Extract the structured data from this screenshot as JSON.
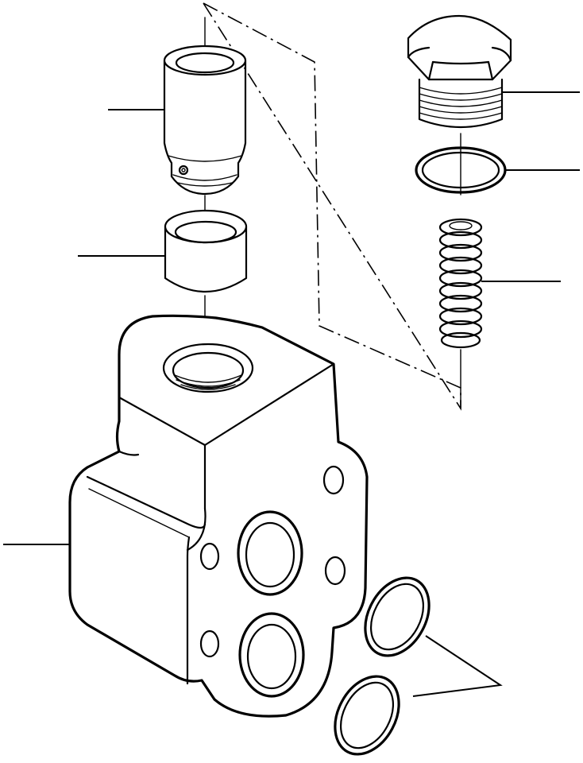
{
  "figure": {
    "background": "#ffffff",
    "line_color": "#000000"
  },
  "parts": [
    {
      "id": "valve-body",
      "icon": "valve-body"
    },
    {
      "id": "spool-sleeve",
      "icon": "cylinder-sleeve"
    },
    {
      "id": "seat-ring",
      "icon": "seat-ring"
    },
    {
      "id": "plug",
      "icon": "hex-plug"
    },
    {
      "id": "plug-o-ring",
      "icon": "o-ring"
    },
    {
      "id": "spring",
      "icon": "coil-spring"
    },
    {
      "id": "port-o-rings",
      "icon": "o-ring-pair"
    }
  ]
}
